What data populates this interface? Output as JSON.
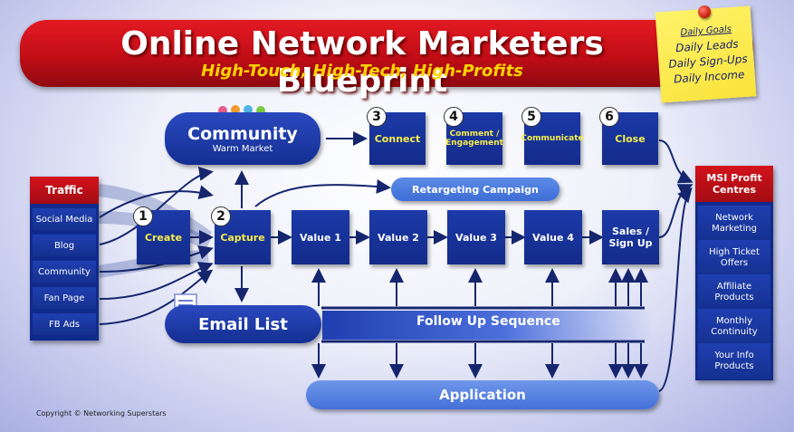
{
  "header": {
    "title": "Online Network Marketers Blueprint",
    "subtitle": "High-Touch, High-Tech, High-Profits"
  },
  "daily_goals": {
    "heading": "Daily Goals",
    "items": [
      "Daily Leads",
      "Daily Sign-Ups",
      "Daily Income"
    ]
  },
  "community": {
    "label": "Community",
    "sublabel": "Warm Market"
  },
  "top_steps": [
    {
      "number": "3",
      "label": "Connect"
    },
    {
      "number": "4",
      "label": "Comment / Engagement"
    },
    {
      "number": "5",
      "label": "Communicate"
    },
    {
      "number": "6",
      "label": "Close"
    }
  ],
  "retargeting": "Retargeting Campaign",
  "traffic": {
    "heading": "Traffic",
    "items": [
      "Social Media",
      "Blog",
      "Community",
      "Fan Page",
      "FB Ads"
    ]
  },
  "main_steps": [
    {
      "number": "1",
      "label": "Create"
    },
    {
      "number": "2",
      "label": "Capture"
    },
    {
      "number": "",
      "label": "Value 1"
    },
    {
      "number": "",
      "label": "Value 2"
    },
    {
      "number": "",
      "label": "Value 3"
    },
    {
      "number": "",
      "label": "Value 4"
    },
    {
      "number": "",
      "label": "Sales / Sign Up"
    }
  ],
  "email_list": "Email List",
  "follow_up": "Follow Up Sequence",
  "application": "Application",
  "msi": {
    "heading": "MSI Profit Centres",
    "items": [
      "Network Marketing",
      "High Ticket Offers",
      "Affiliate Products",
      "Monthly Continuity",
      "Your Info Products"
    ]
  },
  "copyright": "Copyright © Networking Superstars",
  "colors": {
    "header_red": "#c20d16",
    "box_blue": "#1c3aa8",
    "label_yellow": "#f6ee4a",
    "sticky_yellow": "#f9e23a"
  }
}
